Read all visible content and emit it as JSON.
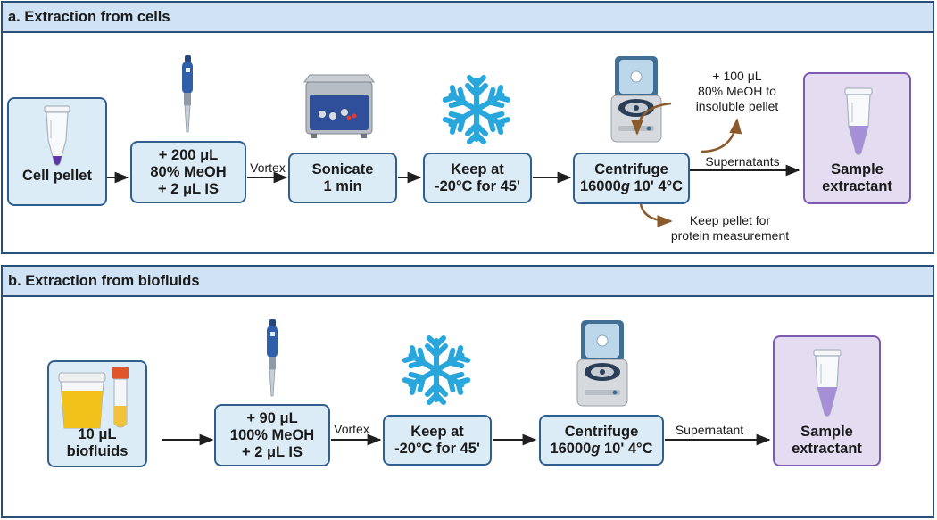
{
  "panel_a": {
    "title": "a. Extraction from cells",
    "steps": [
      {
        "line1": "Cell pellet"
      },
      {
        "line1": "+ 200 μL",
        "line2": "80% MeOH",
        "line3": "+ 2 μL IS"
      },
      {
        "line1": "Sonicate",
        "line2": "1 min"
      },
      {
        "line1": "Keep at",
        "line2": "-20°C for 45'"
      },
      {
        "line1": "Centrifuge",
        "line2_pre": "16000",
        "line2_g": "g",
        "line2_post": " 10' 4°C"
      },
      {
        "line1": "Sample",
        "line2": "extractant"
      }
    ],
    "vortex_label": "Vortex",
    "supernatants_label": "Supernatants",
    "resuspend_note": {
      "line1": "+ 100 μL",
      "line2": "80% MeOH to",
      "line3": "insoluble pellet"
    },
    "pellet_note": {
      "line1": "Keep pellet for",
      "line2": "protein measurement"
    }
  },
  "panel_b": {
    "title": "b. Extraction from biofluids",
    "steps": [
      {
        "line1": "10 μL",
        "line2": "biofluids"
      },
      {
        "line1": "+ 90 μL",
        "line2": "100% MeOH",
        "line3": "+ 2 μL IS"
      },
      {
        "line1": "Keep at",
        "line2": "-20°C for 45'"
      },
      {
        "line1": "Centrifuge",
        "line2_pre": "16000",
        "line2_g": "g",
        "line2_post": " 10' 4°C"
      },
      {
        "line1": "Sample",
        "line2": "extractant"
      }
    ],
    "vortex_label": "Vortex",
    "supernatant_label": "Supernatant"
  },
  "icons": [
    "microcentrifuge-tube",
    "pipette",
    "ultrasonic-bath",
    "snowflake",
    "centrifuge",
    "urine-cup",
    "blood-tube"
  ],
  "colors": {
    "header_fill": "#cfe3f4",
    "border_blue": "#2a4f7a",
    "step_fill": "#dcecf7",
    "extractant_fill": "#e4dcf1",
    "extractant_border": "#7e5ab0",
    "snowflake": "#29a6dc",
    "brown_arrow": "#8b5a2b"
  }
}
